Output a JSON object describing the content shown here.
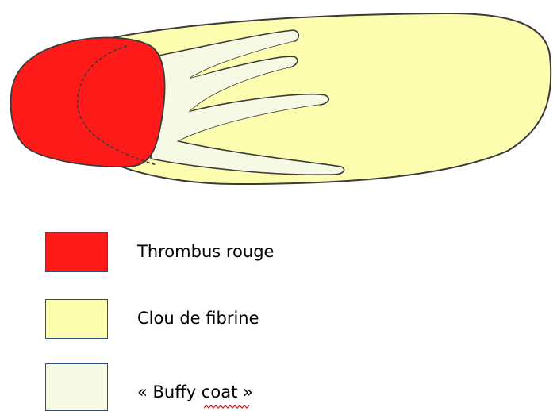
{
  "colors": {
    "red_thrombus": "#ff1a1a",
    "fibrin_nail": "#fdfdb0",
    "buffy_coat": "#f6f9e4",
    "outline": "#3a3a3a",
    "swatch_border": "#2f4f82"
  },
  "legend": {
    "items": [
      {
        "label": "Thrombus rouge",
        "color": "#ff1a1a"
      },
      {
        "label": "Clou de fibrine",
        "color": "#fdfdb0"
      },
      {
        "label": "« Buffy coat »",
        "color": "#f6f9e4"
      }
    ]
  }
}
